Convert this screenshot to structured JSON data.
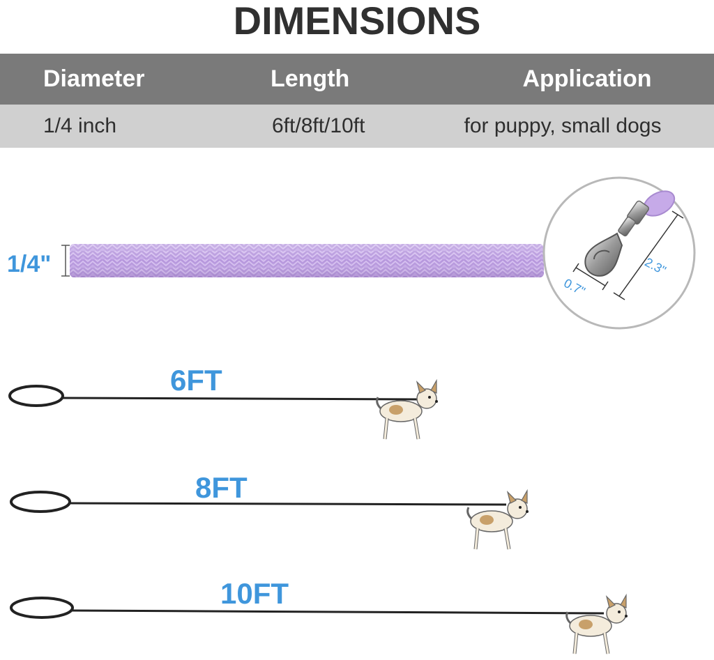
{
  "title": "DIMENSIONS",
  "table": {
    "headers": [
      "Diameter",
      "Length",
      "Application"
    ],
    "row": [
      "1/4 inch",
      "6ft/8ft/10ft",
      "for puppy, small dogs"
    ]
  },
  "diagram": {
    "diameter_label": "1/4\"",
    "clip_width_label": "0.7\"",
    "clip_length_label": "2.3\"",
    "lengths": [
      "6FT",
      "8FT",
      "10FT"
    ]
  },
  "colors": {
    "accent": "#3f96dc",
    "rope": "#c5a8e6",
    "header_bg": "#7a7a7a",
    "row_bg": "#d0d0d0"
  }
}
